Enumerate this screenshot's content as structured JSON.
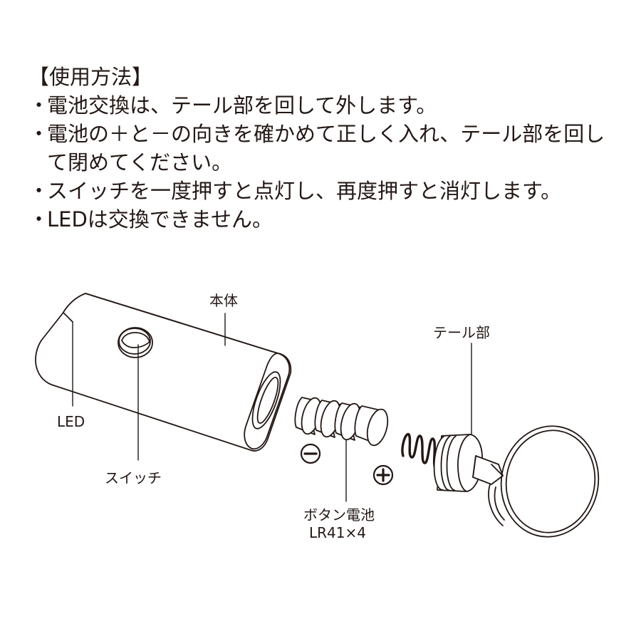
{
  "instructions": {
    "heading": "【使用方法】",
    "bullet_symbol": "・",
    "items": [
      {
        "text": "電池交換は、テール部を回して外します。"
      },
      {
        "text": "電池の＋と－の向きを確かめて正しく入れ、テール部を回し\nて閉めてください。"
      },
      {
        "text": "スイッチを一度押すと点灯し、再度押すと消灯します。"
      },
      {
        "text": "LEDは交換できません。"
      }
    ]
  },
  "diagram": {
    "labels": {
      "body": "本体",
      "led": "LED",
      "switch": "スイッチ",
      "battery_name": "ボタン電池",
      "battery_spec": "LR41×4",
      "tail": "テール部"
    },
    "polarity": {
      "negative": "−",
      "positive": "+"
    },
    "colors": {
      "ink": "#231815",
      "background": "#ffffff"
    }
  }
}
